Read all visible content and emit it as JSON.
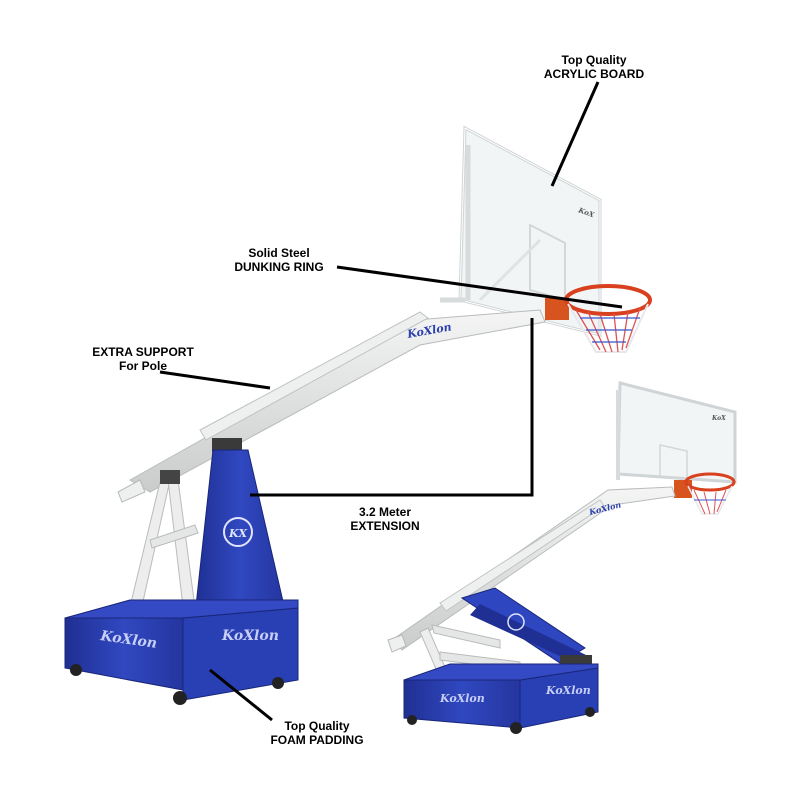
{
  "callouts": {
    "acrylic_board": {
      "line1": "Top Quality",
      "line2": "ACRYLIC BOARD"
    },
    "dunking_ring": {
      "line1": "Solid Steel",
      "line2": "DUNKING RING"
    },
    "extra_support": {
      "line1": "EXTRA SUPPORT",
      "line2": "For Pole"
    },
    "extension": {
      "line1": "3.2 Meter",
      "line2": "EXTENSION"
    },
    "foam_padding": {
      "line1": "Top Quality",
      "line2": "FOAM PADDING"
    }
  },
  "brand": {
    "logo_text": "KoXlon"
  },
  "colors": {
    "pad_blue": "#2b3fae",
    "frame_white": "#e9ebea",
    "rim_red": "#d8401e",
    "bracket_orange": "#d8541e",
    "leader_line": "#000000"
  },
  "image_description_icons": [
    "basketball-stand-large",
    "basketball-stand-folded",
    "basketball-net"
  ]
}
